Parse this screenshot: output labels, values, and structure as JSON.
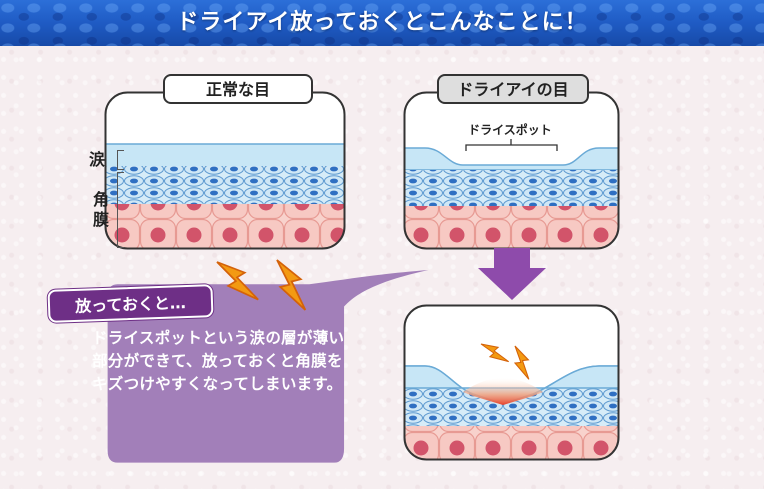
{
  "header": {
    "title": "ドライアイ放っておくとこんなことに！"
  },
  "normal_eye": {
    "label": "正常な目"
  },
  "dry_eye": {
    "label": "ドライアイの目",
    "spot_label": "ドライスポット"
  },
  "side_labels": {
    "tear": "涙",
    "cornea": "角膜"
  },
  "callout": {
    "tag": "放っておくと…",
    "text": "ドライスポットという涙の層が薄い部分ができて、放っておくと角膜をキズつけやすくなってしまいます。"
  },
  "colors": {
    "header_blue": "#1f5bc4",
    "callout_purple": "#a27fb9",
    "tag_purple": "#6e2f86",
    "tear_blue": "#c7e6f6",
    "cell_pink": "#f6c8c3",
    "nucleus_red": "#d2546a",
    "warning_orange": "#f29a1a"
  }
}
